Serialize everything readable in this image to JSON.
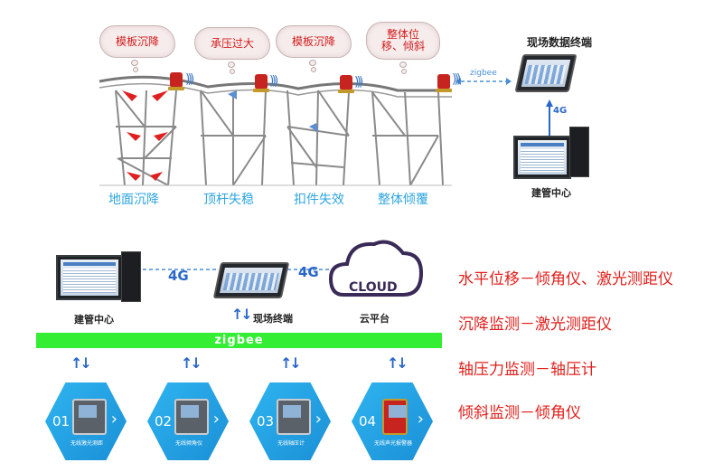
{
  "top": {
    "clouds": [
      "模板沉降",
      "承压过大",
      "模板沉降",
      "整体位移、倾斜"
    ],
    "scenes": [
      "地面沉降",
      "顶杆失稳",
      "扣件失效",
      "整体倾覆"
    ],
    "zigbee_label": "zigbee",
    "terminal_label": "现场数据终端",
    "link_label": "4G",
    "center_label": "建管中心"
  },
  "bottom": {
    "center_label": "建管中心",
    "link_left": "4G",
    "terminal_label": "现场终端",
    "link_right": "4G",
    "cloud_text": "CLOUD",
    "cloud_label": "云平台",
    "bus_label": "zigbee",
    "devices": [
      {
        "num": "01",
        "caption": "无线激光测距"
      },
      {
        "num": "02",
        "caption": "无线倾角仪"
      },
      {
        "num": "03",
        "caption": "无线轴压计"
      },
      {
        "num": "04",
        "caption": "无线声光报警器"
      }
    ]
  },
  "legend": [
    "水平位移－倾角仪、激光测距仪",
    "沉降监测－激光测距仪",
    "轴压力监测－轴压计",
    "倾斜监测－倾角仪"
  ],
  "colors": {
    "accent": "#e0201c",
    "scene": "#2ea5e0",
    "bus": "#33ee33",
    "hex": "#1a8fd6"
  }
}
